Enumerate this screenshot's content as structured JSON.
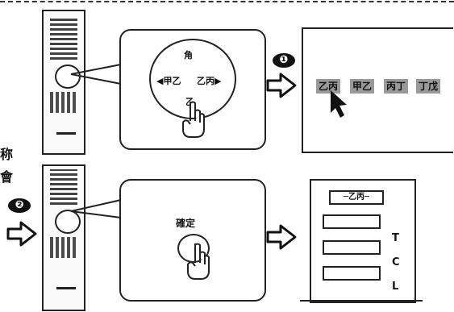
{
  "left_margin_text": {
    "line1": "称",
    "line2": "會"
  },
  "step_badges": {
    "step1": "❶",
    "step2": "❷"
  },
  "top_callout": {
    "up_label": "角",
    "left_label": "◀甲乙",
    "right_label": "乙丙▶",
    "down_label": "乙"
  },
  "result_keys": [
    "乙丙",
    "甲乙",
    "丙丁",
    "丁戊"
  ],
  "bottom_callout": {
    "confirm_label": "確定"
  },
  "form_panel": {
    "header_label": "─乙丙─",
    "side_letters": [
      "T",
      "C",
      "L"
    ]
  },
  "icons": {
    "arrow": "right-outline-arrow",
    "hand": "pointing-hand-icon",
    "cursor": "pointer-cursor-icon"
  }
}
